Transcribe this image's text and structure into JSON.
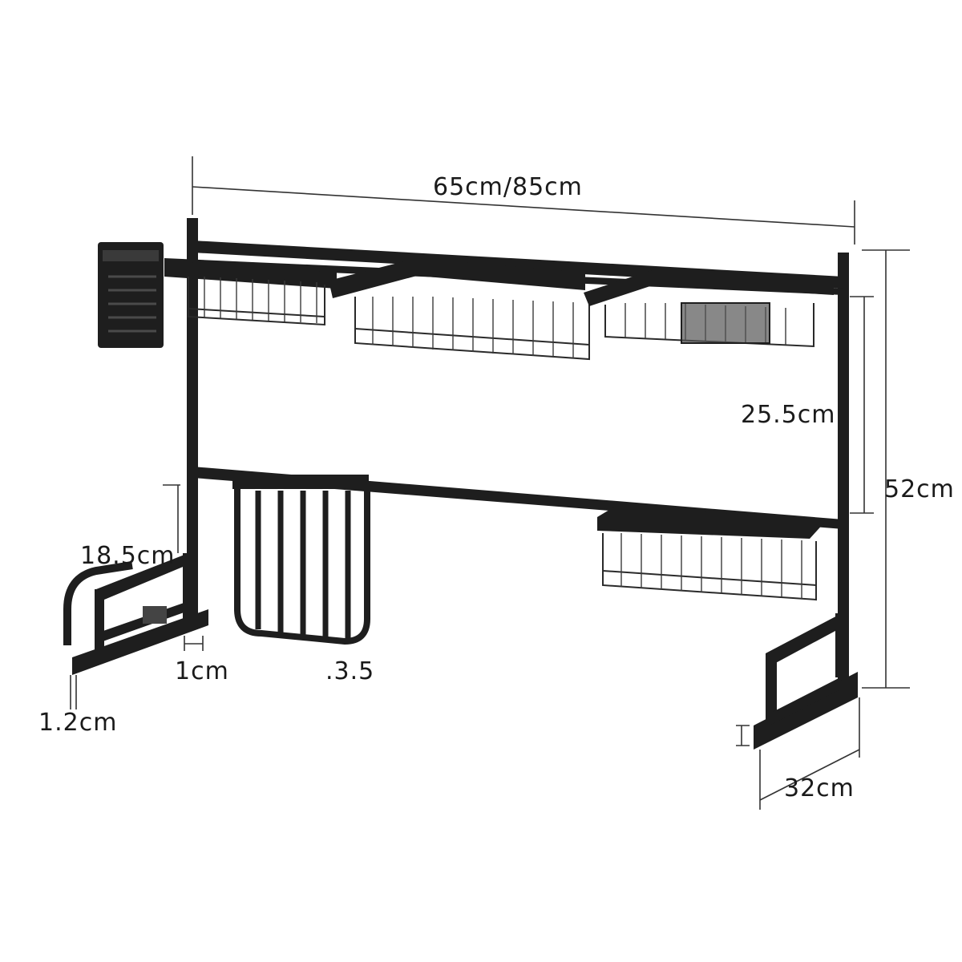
{
  "dimensions": {
    "width_label": "65cm/85cm",
    "total_height_label": "52cm",
    "shelf_gap_label": "25.5cm",
    "lower_height_label": "18.5cm",
    "rail_gap_label": "1cm",
    "cup_holder_label": ".3.5",
    "foot_thickness_label": "1.2cm",
    "depth_label": "32cm"
  },
  "colors": {
    "frame": "#1e1e1e",
    "dimension_line": "#333333",
    "background": "#ffffff"
  }
}
